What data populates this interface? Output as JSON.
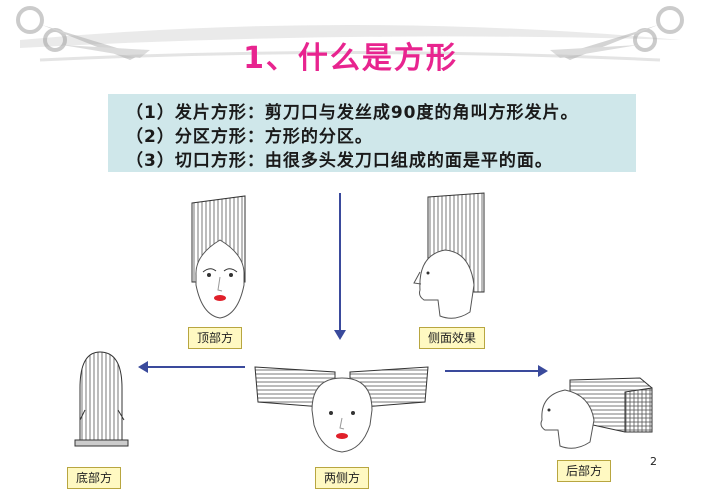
{
  "title": "1、什么是方形",
  "definitions": [
    "（1）发片方形：剪刀口与发丝成90度的角叫方形发片。",
    "（2）分区方形：方形的分区。",
    "（3）切口方形：由很多头发刀口组成的面是平的面。"
  ],
  "labels": {
    "top": "顶部方",
    "side": "侧面效果",
    "bottom": "底部方",
    "both_sides": "两侧方",
    "back": "后部方"
  },
  "page_number": "2",
  "colors": {
    "title": "#e8248f",
    "box": "#cfe7ea",
    "arrow": "#3a4a9c",
    "label_bg": "#fff9c2"
  },
  "icons": [
    "scissors-icon",
    "scissors-icon"
  ]
}
